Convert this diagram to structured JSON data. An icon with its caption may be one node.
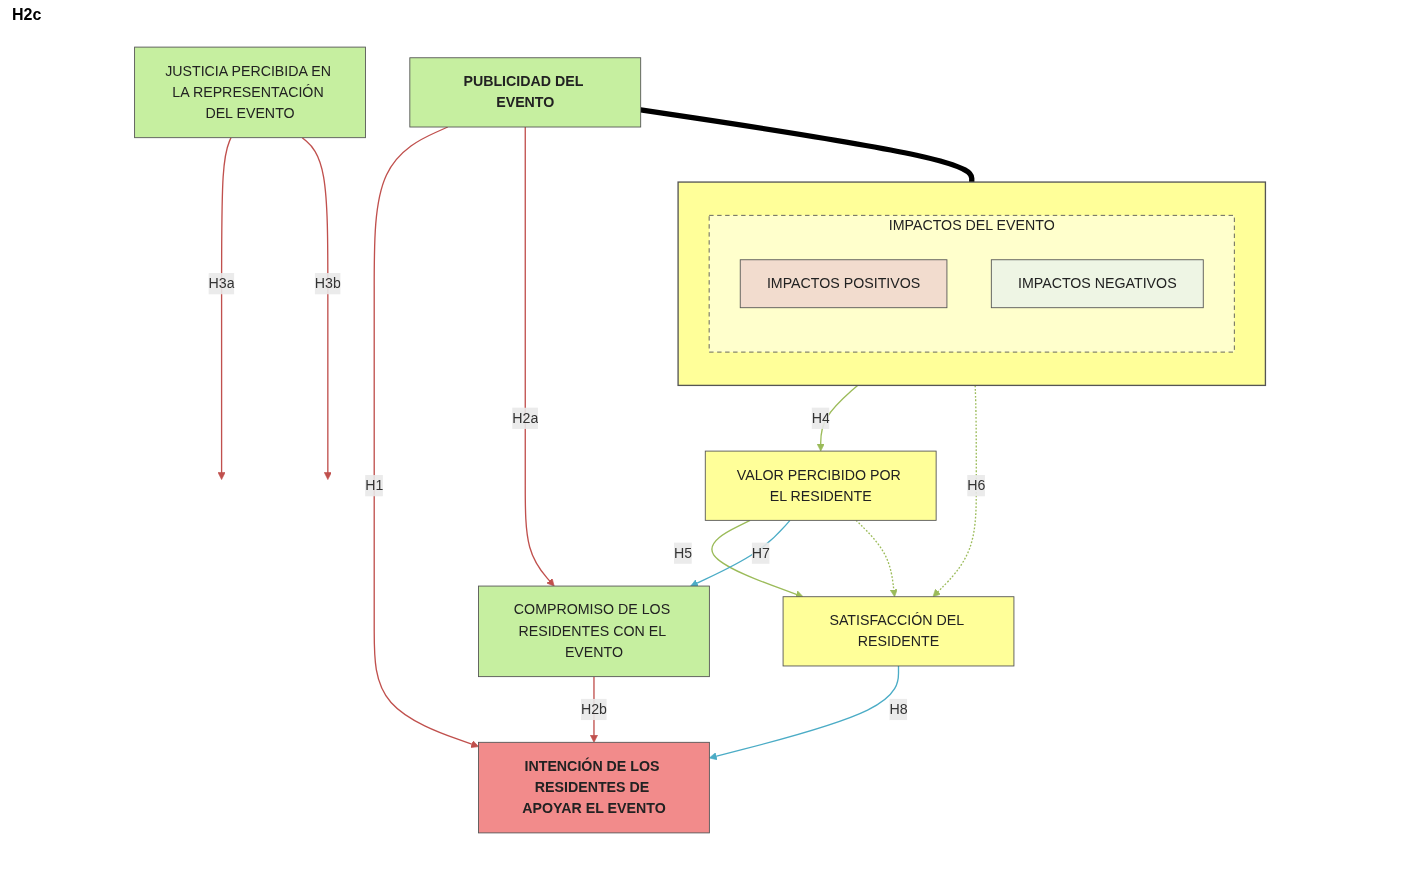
{
  "diagram": {
    "nodes": [
      {
        "text": [
          "PUBLICIDAD DEL EVENTO"
        ]
      },
      {
        "text": [
          "JUSTICIA PERCIBIDA EN LA REPRESENTACIÓN DEL EVENTO"
        ]
      },
      {
        "text": [
          "COMPROMISO DE LOS RESIDENTES CON EL EVENTO"
        ]
      },
      {
        "text": [
          "INTENCIÓN DE LOS RESIDENTES DE APOYAR EL EVENTO"
        ]
      },
      {
        "text": [],
        "shape": "box"
      },
      {
        "text": [
          "IMPACTOS DEL EVENTO"
        ],
        "in": 4
      },
      {
        "text": [
          "IMPACTOS POSITIVOS"
        ],
        "in": 5
      },
      {
        "text": [
          "IMPACTOS NEGATIVOS"
        ],
        "in": 5
      },
      {
        "text": [
          "VALOR PERCIBIDO POR EL RESIDENTE"
        ]
      },
      {
        "text": [
          "SATISFACCIÓN DEL RESIDENTE"
        ]
      }
    ],
    "edges": [
      {
        "from": 0,
        "to": 3,
        "arrow": "to",
        "label": "H1",
        "color": "#c0504d"
      },
      {
        "from": 1,
        "to": null,
        "arrow": "to",
        "label": "H3a",
        "color": "#c0504d"
      },
      {
        "from": 1,
        "to": null,
        "arrow": "to",
        "label": "H3b",
        "color": "#c0504d"
      },
      {
        "from": 0,
        "to": 2,
        "arrow": "to",
        "label": "H2a",
        "color": "#c0504d"
      },
      {
        "from": 2,
        "to": 3,
        "arrow": "to",
        "label": "H2b",
        "color": "#c0504d"
      },
      {
        "from": 0,
        "to": 4,
        "arrow": "none",
        "style": "thick",
        "color": "#000000"
      },
      {
        "from": 4,
        "to": 8,
        "arrow": "to",
        "label": "H4",
        "color": "#9bbb59"
      },
      {
        "from": 8,
        "to": 9,
        "arrow": "to",
        "label": "H5",
        "color": "#9bbb59"
      },
      {
        "from": 8,
        "to": 2,
        "arrow": "to",
        "label": "H7",
        "color": "#4bacc6"
      },
      {
        "from": 9,
        "to": 3,
        "arrow": "to",
        "label": "H8",
        "color": "#4bacc6"
      },
      {
        "from": 4,
        "to": 9,
        "arrow": "to",
        "label": "H6",
        "style": "dashed",
        "color": "#9bbb59"
      },
      {
        "from": 8,
        "to": 9,
        "arrow": "to",
        "style": "dashed",
        "color": "#9bbb59"
      }
    ],
    "labels": [
      "H2c"
    ]
  }
}
